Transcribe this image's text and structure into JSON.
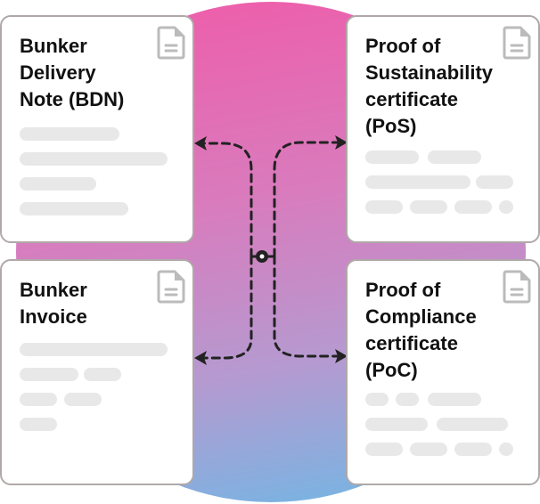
{
  "cards": [
    {
      "title": "Bunker\nDelivery\nNote (BDN)"
    },
    {
      "title": "Proof of\nSustainability\ncertificate\n(PoS)"
    },
    {
      "title": "Bunker\nInvoice"
    },
    {
      "title": "Proof of\nCompliance\ncertificate\n(PoC)"
    }
  ],
  "colors": {
    "gradient_top": "#f05aa8",
    "gradient_bottom": "#6cb9e6",
    "card_border": "#b0a8a8",
    "arrow": "#222222"
  }
}
